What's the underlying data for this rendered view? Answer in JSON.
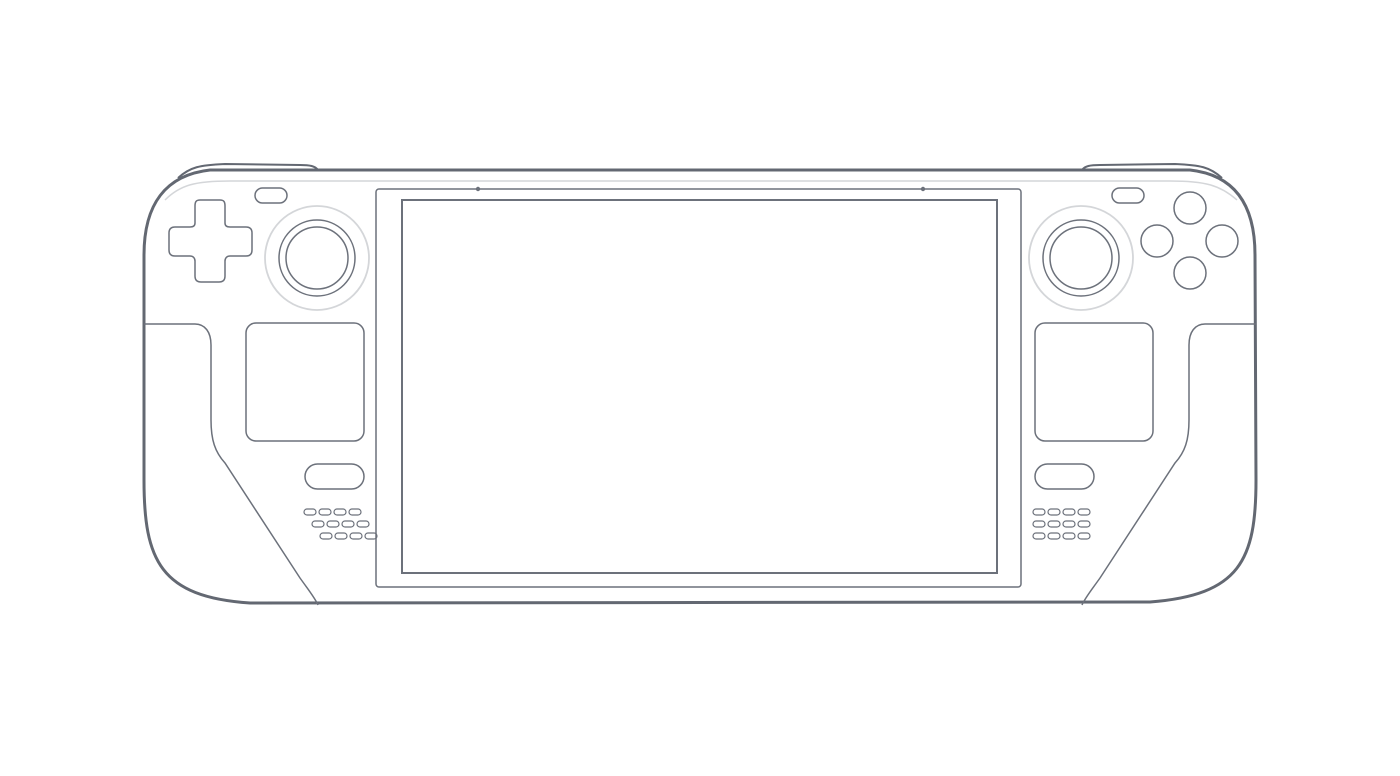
{
  "device": {
    "name": "handheld-gaming-device-outline",
    "view": "front"
  },
  "colors": {
    "background": "#ffffff",
    "outline": "#636872",
    "detail": "#6c717b",
    "ring": "#d4d6d9"
  },
  "controls": {
    "left": [
      "d-pad",
      "menu-button",
      "left-thumbstick",
      "left-trackpad",
      "left-bumper-button",
      "left-speaker-grille"
    ],
    "right": [
      "menu-button",
      "right-thumbstick",
      "face-buttons",
      "right-trackpad",
      "right-bumper-button",
      "right-speaker-grille"
    ],
    "center": [
      "screen",
      "front-microphone-left",
      "front-microphone-right"
    ]
  }
}
